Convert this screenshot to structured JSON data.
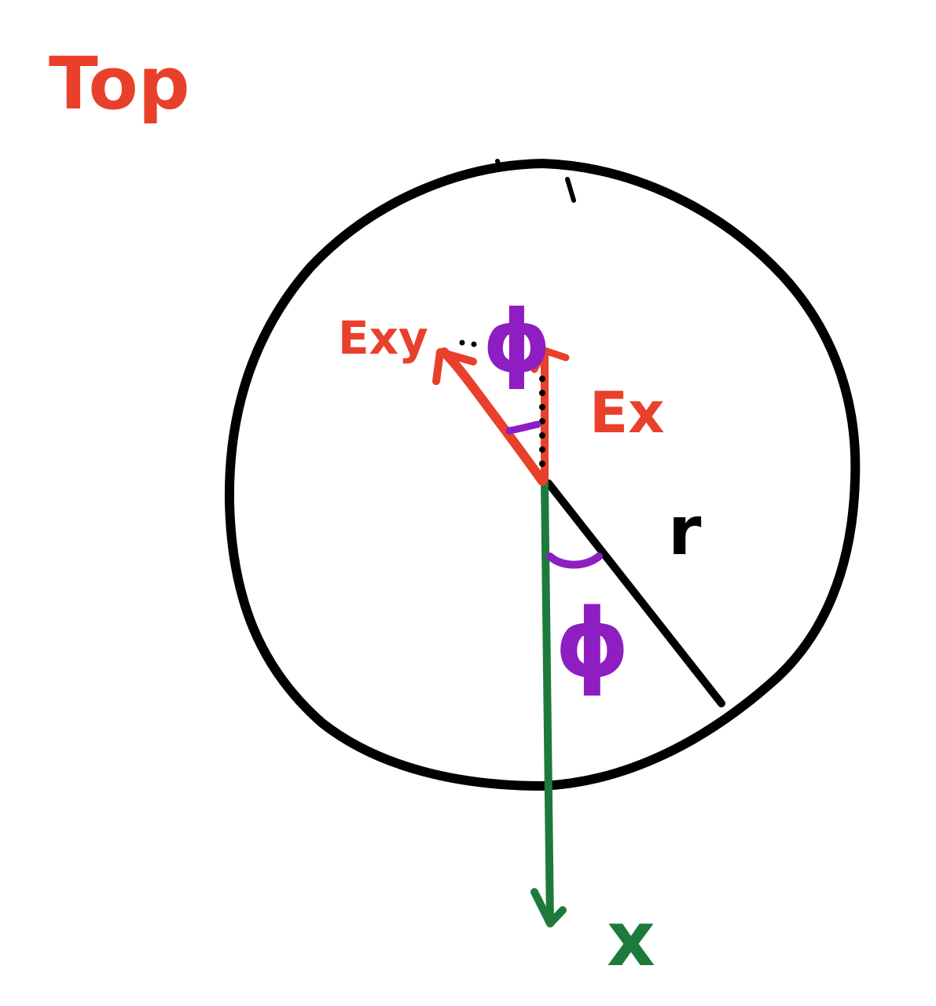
{
  "title": "Top",
  "labels": {
    "exy": "Exy",
    "ex": "Ex",
    "r": "r",
    "phi_upper": "ϕ",
    "phi_lower": "ϕ",
    "x_axis": "x"
  },
  "colors": {
    "ink": "#000000",
    "field_red": "#e8402a",
    "axis_green": "#1e7a3c",
    "angle_purple": "#8e1dc2",
    "background": "#ffffff"
  }
}
